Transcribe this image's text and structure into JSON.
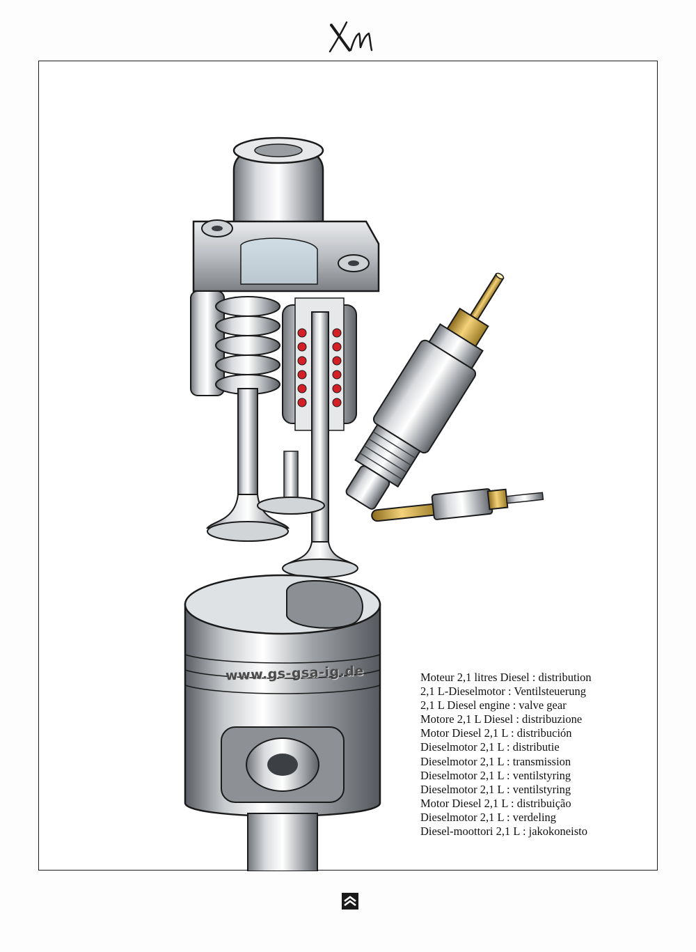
{
  "header": {
    "logo_text": "XM",
    "logo_icon": "xm-script-logo-icon"
  },
  "illustration": {
    "watermark": "www.gs-gsa-ig.de",
    "icon": "engine-valve-gear-illustration"
  },
  "captions": [
    "Moteur 2,1 litres Diesel : distribution",
    "2,1 L-Dieselmotor : Ventilsteuerung",
    "2,1 L Diesel engine : valve gear",
    "Motore 2,1 L Diesel : distribuzione",
    "Motor Diesel 2,1 L : distribución",
    "Dieselmotor 2,1 L : distributie",
    "Dieselmotor 2,1 L : transmission",
    "Dieselmotor 2,1 L : ventilstyring",
    "Dieselmotor 2,1 L : ventilstyring",
    "Motor Diesel 2,1 L : distribuição",
    "Dieselmotor 2,1 L : verdeling",
    "Diesel-moottori 2,1 L : jakokoneisto"
  ],
  "footer": {
    "brand_icon": "citroen-double-chevron-icon",
    "colors": {
      "badge_background": "#1a1a1a",
      "chevron": "#ffffff"
    }
  }
}
